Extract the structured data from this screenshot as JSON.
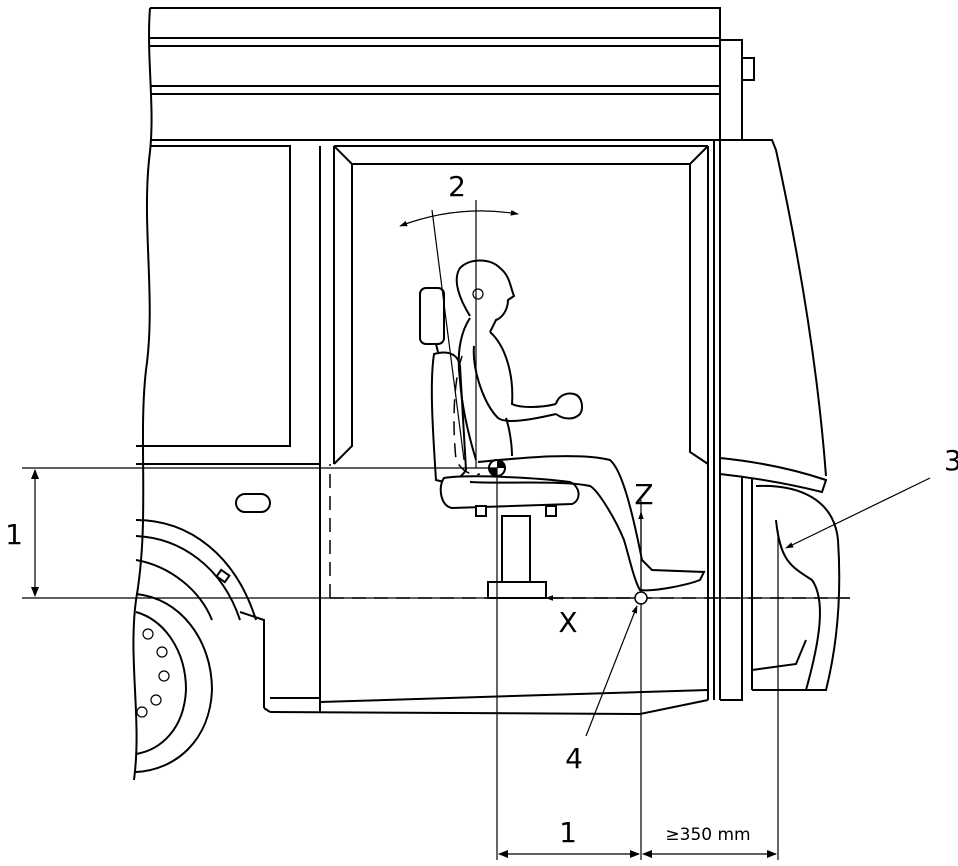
{
  "labels": {
    "dim_height": "1",
    "angle": "2",
    "reference_point_3": "3",
    "reference_point_4": "4",
    "axis_z": "Z",
    "axis_x": "X",
    "dim_horizontal": "1",
    "min_distance": "≥350 mm"
  }
}
